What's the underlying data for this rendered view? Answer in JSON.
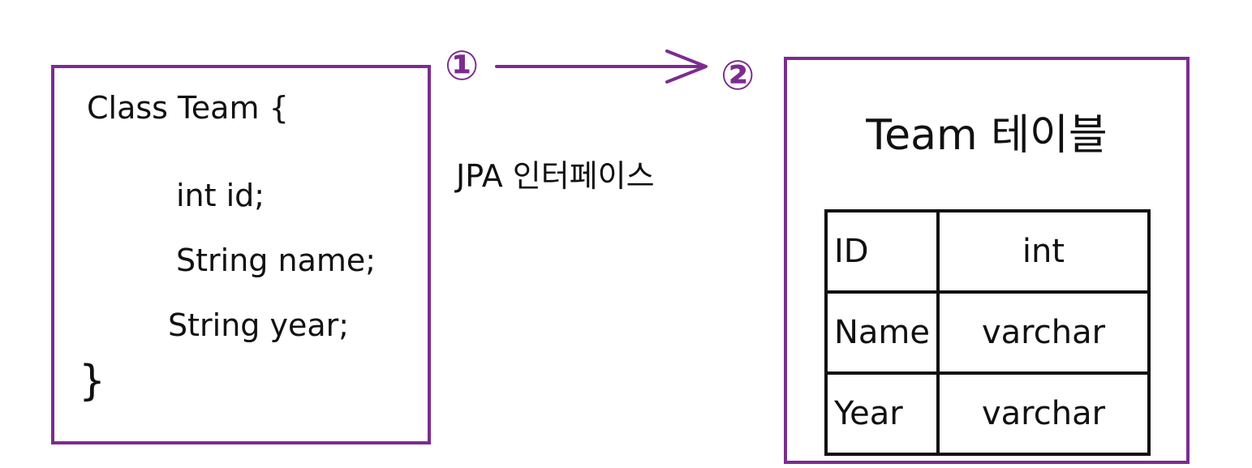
{
  "class_box": {
    "code_lines": [
      "Class Team {",
      "int id;",
      "String name;",
      "String year;",
      "}"
    ]
  },
  "arrow": {
    "start_marker": "①",
    "end_marker": "②",
    "label": "JPA 인터페이스"
  },
  "table_box": {
    "title": "Team 테이블",
    "rows": [
      {
        "name": "ID",
        "type": "int"
      },
      {
        "name": "Name",
        "type": "varchar"
      },
      {
        "name": "Year",
        "type": "varchar"
      }
    ]
  },
  "colors": {
    "box_border": "#7b2d8e",
    "ink": "#111111"
  },
  "icons": [
    "arrow-right-icon"
  ]
}
